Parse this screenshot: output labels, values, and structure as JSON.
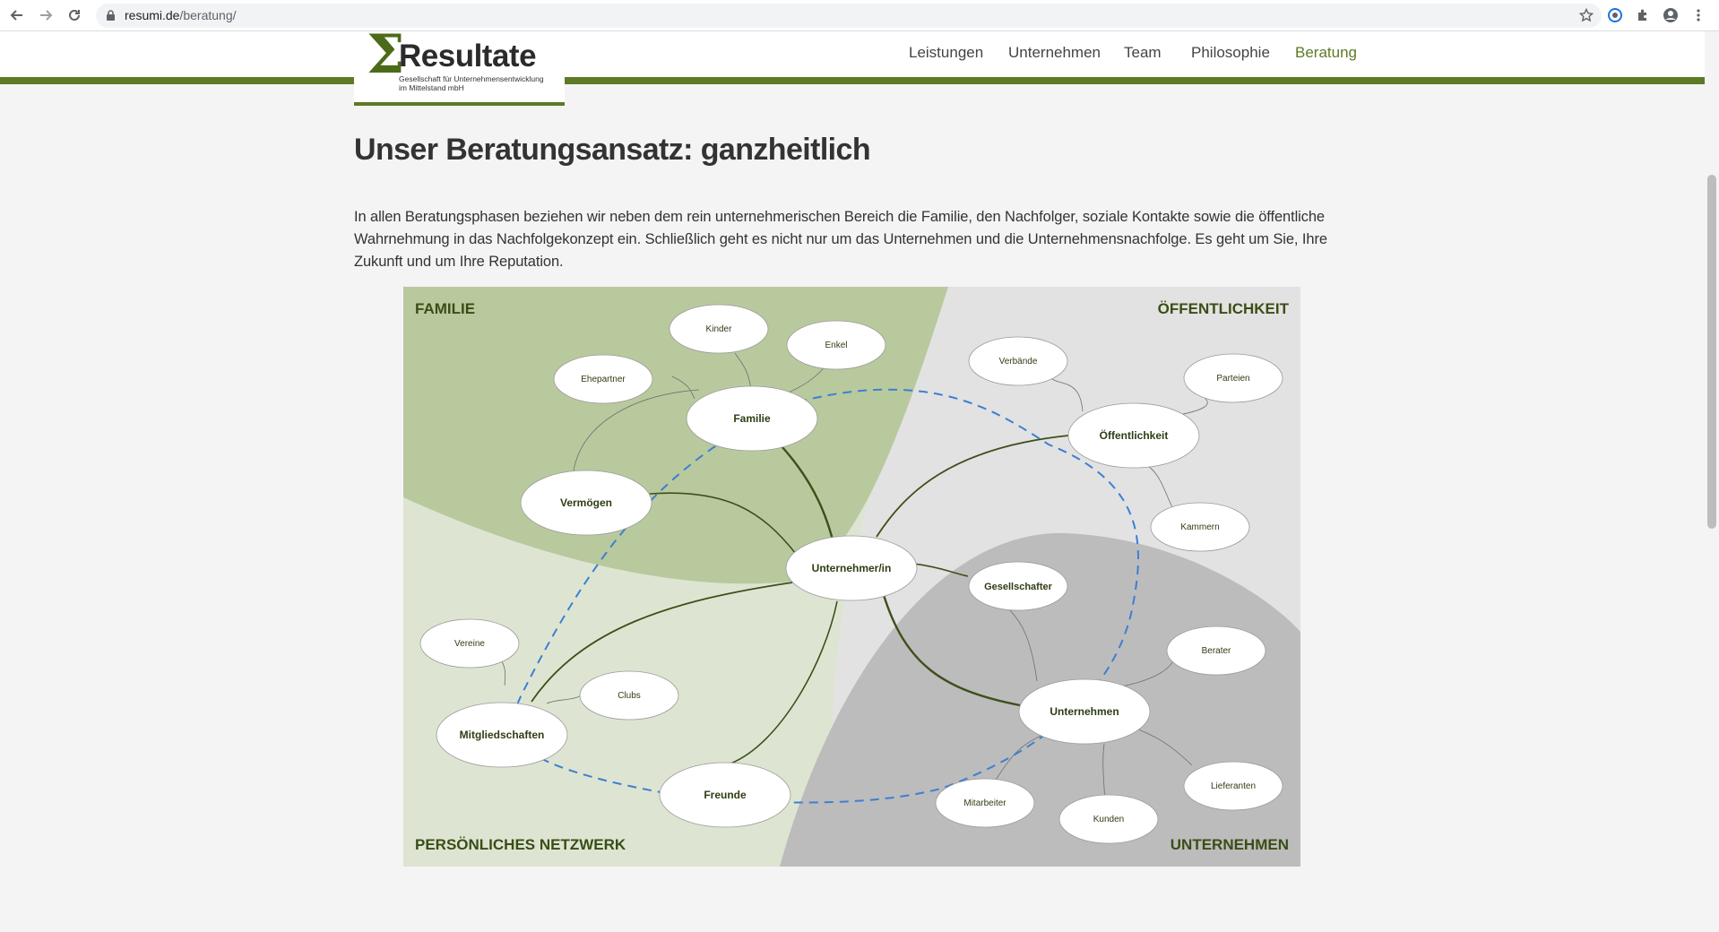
{
  "browser": {
    "url_host": "resumi.de",
    "url_path": "/beratung/",
    "back_icon": "arrow-left-icon",
    "forward_icon": "arrow-right-icon",
    "reload_icon": "reload-icon",
    "lock_icon": "lock-icon",
    "bookmark_icon": "star-icon",
    "extension_icons": [
      "profile-extension-icon",
      "puzzle-icon",
      "account-circle-icon",
      "more-vert-icon"
    ]
  },
  "site": {
    "logo": {
      "sigma": "Σ",
      "name": "Resultate",
      "tagline_1": "Gesellschaft für Unternehmensentwicklung",
      "tagline_2": "im Mittelstand mbH"
    },
    "nav": [
      {
        "label": "Leistungen",
        "active": false
      },
      {
        "label": "Unternehmen",
        "active": false
      },
      {
        "label": "Team",
        "active": false
      },
      {
        "label": "Philosophie",
        "active": false
      },
      {
        "label": "Beratung",
        "active": true
      }
    ],
    "accent_color": "#5d7a26"
  },
  "content": {
    "title": "Unser Beratungsansatz: ganzheitlich",
    "intro": "In allen Beratungsphasen beziehen wir neben dem rein unternehmerischen Bereich die Familie, den Nachfolger, soziale Kontakte sowie die öffentliche Wahrnehmung in das Nachfolgekonzept ein. Schließlich geht es nicht nur um das Unternehmen und die Unternehmensnachfolge. Es geht um Sie, Ihre Zukunft und um Ihre Reputation."
  },
  "diagram": {
    "quadrants": {
      "top_left": "FAMILIE",
      "top_right": "ÖFFENTLICHKEIT",
      "bottom_left": "PERSÖNLICHES NETZWERK",
      "bottom_right": "UNTERNEHMEN"
    },
    "center": "Unternehmer/in",
    "nodes": {
      "familie": "Familie",
      "kinder": "Kinder",
      "enkel": "Enkel",
      "ehepartner": "Ehepartner",
      "vermoegen": "Vermögen",
      "oeffentlichkeit": "Öffentlichkeit",
      "verbaende": "Verbände",
      "parteien": "Parteien",
      "kammern": "Kammern",
      "gesellschafter": "Gesellschafter",
      "unternehmen": "Unternehmen",
      "berater": "Berater",
      "lieferanten": "Lieferanten",
      "kunden": "Kunden",
      "mitarbeiter": "Mitarbeiter",
      "mitgliedschaften": "Mitgliedschaften",
      "vereine": "Vereine",
      "clubs": "Clubs",
      "freunde": "Freunde"
    },
    "colors": {
      "familie_area": "#b9c99e",
      "netzwerk_area": "#dde5d2",
      "oeffentlichkeit_area": "#e2e2e2",
      "unternehmen_area": "#bcbcbc",
      "label_text": "#3b4d16",
      "dashed_line": "#3d7fd1",
      "main_line": "#3e4f1a"
    }
  }
}
